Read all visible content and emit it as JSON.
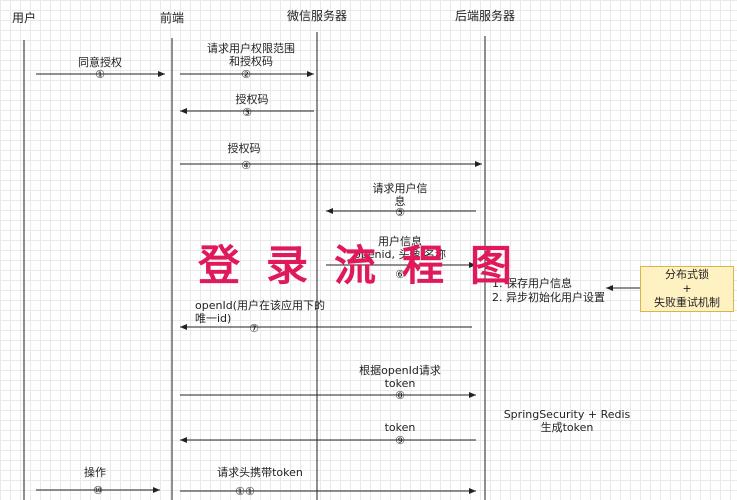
{
  "diagram": {
    "participants": [
      "用户",
      "前端",
      "微信服务器",
      "后端服务器"
    ],
    "messages": [
      {
        "lines": [
          "同意授权"
        ],
        "num": "①"
      },
      {
        "lines": [
          "请求用户权限范围",
          "和授权码"
        ],
        "num": "②"
      },
      {
        "lines": [
          "授权码"
        ],
        "num": "③"
      },
      {
        "lines": [
          "授权码"
        ],
        "num": "④"
      },
      {
        "lines": [
          "请求用户信",
          "息"
        ],
        "num": "⑤"
      },
      {
        "lines": [
          "用户信息",
          "openid, 头像,名称"
        ],
        "num": "⑥"
      },
      {
        "lines": [
          "openId(用户在该应用下的",
          "唯一id)"
        ],
        "num": "⑦"
      },
      {
        "lines": [
          "根据openId请求",
          "token"
        ],
        "num": "⑧"
      },
      {
        "lines": [
          "token"
        ],
        "num": "⑨"
      },
      {
        "lines": [
          "操作"
        ],
        "num": "⑩"
      },
      {
        "lines": [
          "请求头携带token"
        ],
        "num": "①①"
      }
    ],
    "backend_notes": {
      "save": [
        "1. 保存用户信息",
        "2. 异步初始化用户设置"
      ],
      "token": [
        "SpringSecurity + Redis",
        "生成token"
      ]
    },
    "sticky_note": [
      "分布式锁",
      "+",
      "失败重试机制"
    ],
    "watermark": "登录流程图"
  }
}
